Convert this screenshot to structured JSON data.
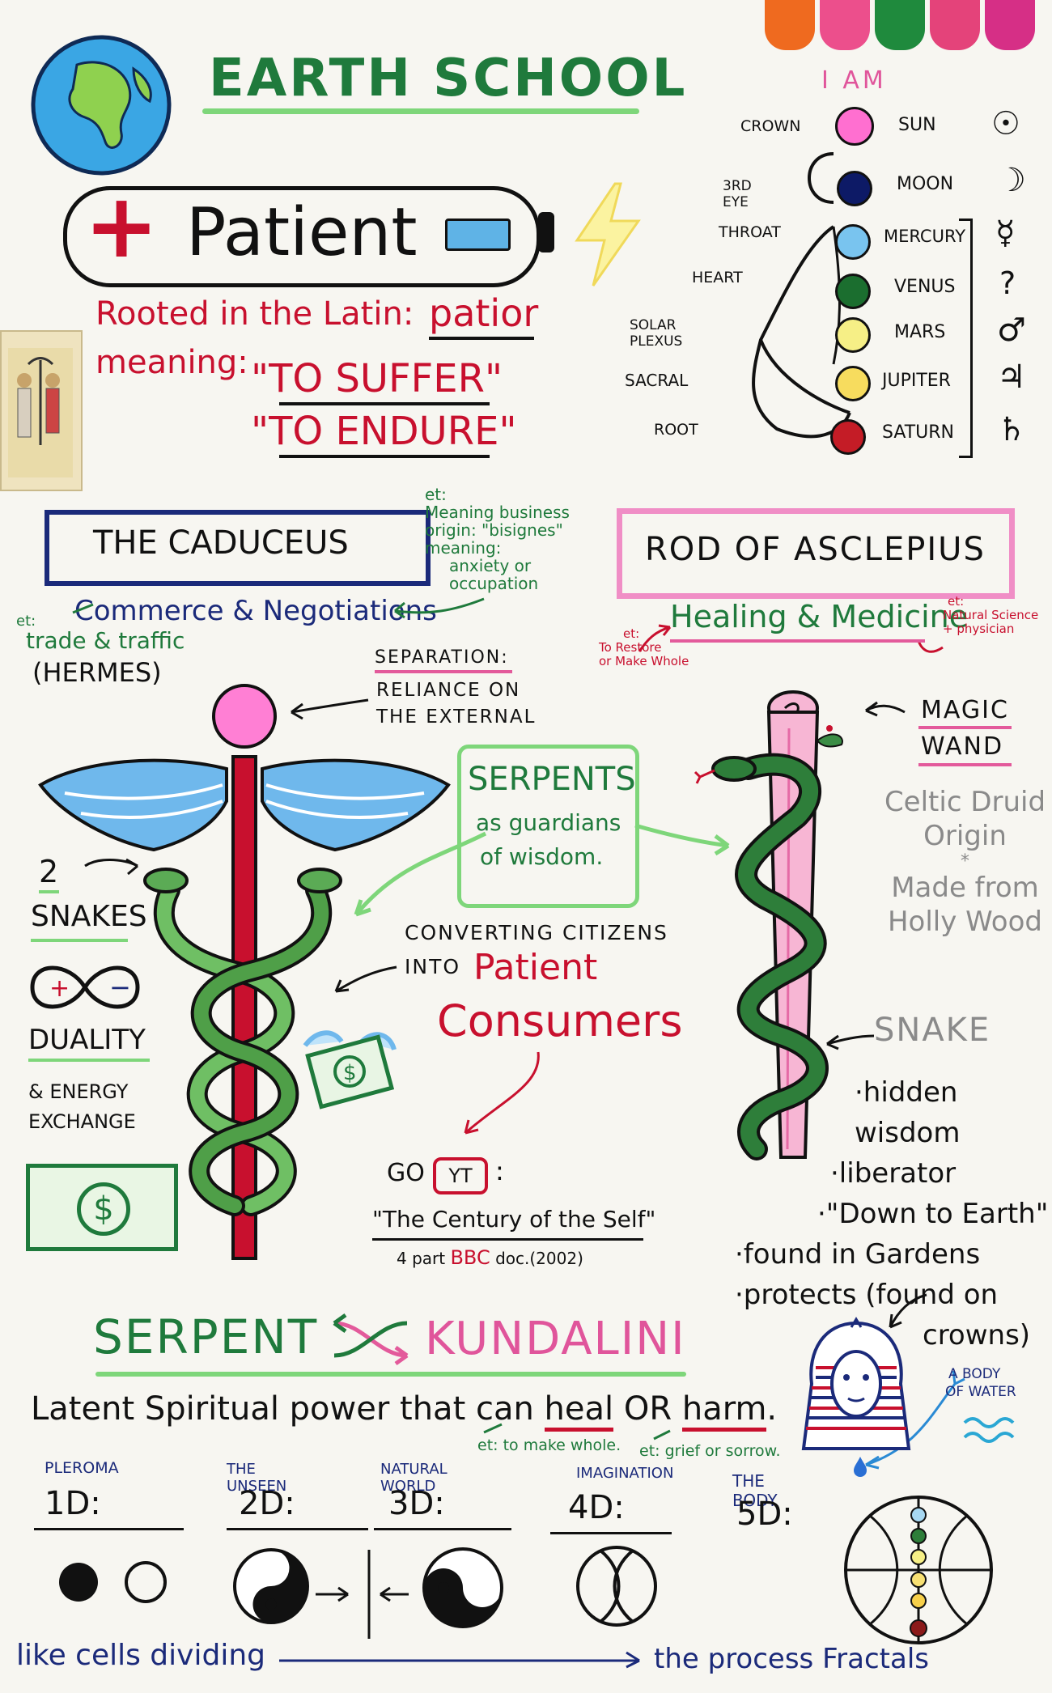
{
  "title": "EARTH SCHOOL",
  "patient": {
    "plus": "+",
    "word": "Patient",
    "minus": "−"
  },
  "latin": {
    "line1": "Rooted in the Latin:",
    "root": "patior",
    "line2": "meaning:",
    "m1": "\"TO SUFFER\"",
    "m2": "\"TO ENDURE\""
  },
  "chakras": {
    "heading": "I AM",
    "rows": [
      {
        "chakra": "CROWN",
        "planet": "SUN",
        "symbol": "☉",
        "color": "#ff6fd0"
      },
      {
        "chakra": "3RD EYE",
        "planet": "MOON",
        "symbol": "☽",
        "color": "#0d1a66"
      },
      {
        "chakra": "THROAT",
        "planet": "MERCURY",
        "symbol": "☿",
        "color": "#79c4ef"
      },
      {
        "chakra": "HEART",
        "planet": "VENUS",
        "symbol": "?",
        "color": "#1b6e2f"
      },
      {
        "chakra": "SOLAR PLEXUS",
        "planet": "MARS",
        "symbol": "♂",
        "color": "#f6ef86"
      },
      {
        "chakra": "SACRAL",
        "planet": "JUPITER",
        "symbol": "♃",
        "color": "#f7dc5e"
      },
      {
        "chakra": "ROOT",
        "planet": "SATURN",
        "symbol": "♄",
        "color": "#c41c26"
      }
    ]
  },
  "caduceus": {
    "title": "THE CADUCEUS",
    "et_note": [
      "et:",
      "Meaning business",
      "origin: \"bisignes\"",
      "meaning:",
      "anxiety or",
      "occupation"
    ],
    "et_label": "et:",
    "commerce": "Commerce & Negotiations",
    "trade": "trade & traffic",
    "hermes": "(HERMES)",
    "separation": "SEPARATION:",
    "reliance1": "RELIANCE ON",
    "reliance2": "THE EXTERNAL",
    "two": "2",
    "snakes": "SNAKES",
    "duality": "DUALITY",
    "energy1": "& ENERGY",
    "energy2": "EXCHANGE",
    "converting1": "CONVERTING CITIZENS",
    "converting2": "INTO",
    "patient_word": "Patient",
    "consumers": "Consumers",
    "yt_prefix": "GO",
    "yt": "YT",
    "yt_colon": ":",
    "doc_title": "\"The Century of the Self\"",
    "doc_sub_a": "4 part",
    "doc_sub_b": "BBC",
    "doc_sub_c": "doc.(2002)"
  },
  "serpents_box": {
    "title": "SERPENTS",
    "line1": "as guardians",
    "line2": "of wisdom."
  },
  "asclepius": {
    "title": "ROD OF ASCLEPIUS",
    "healing": "Healing & Medicine",
    "et_left": [
      "et:",
      "To Restore",
      "or Make Whole"
    ],
    "et_right": [
      "et:",
      "Natural Science",
      "+ physician"
    ],
    "magic1": "MAGIC",
    "magic2": "WAND",
    "celtic": [
      "Celtic Druid",
      "Origin",
      "*",
      "Made from",
      "Holly Wood"
    ],
    "snake": "SNAKE",
    "bullets": [
      "·hidden wisdom",
      "·liberator",
      "·\"Down to Earth\"",
      "·found in Gardens",
      "·protects (found on",
      "crowns)"
    ]
  },
  "kundalini": {
    "serpent": "SERPENT",
    "kundalini": "KUNDALINI",
    "latent_a": "Latent Spiritual power that can ",
    "heal": "heal",
    "or": " OR ",
    "harm": "harm",
    "dot": ".",
    "et_heal": "et: to make whole.",
    "et_harm": "et: grief or sorrow.",
    "body_water1": "A BODY",
    "body_water2": "OF WATER"
  },
  "dimensions": [
    {
      "label": "PLEROMA",
      "d": "1D:"
    },
    {
      "label": "THE UNSEEN",
      "d": "2D:"
    },
    {
      "label": "NATURAL WORLD",
      "d": "3D:"
    },
    {
      "label": "IMAGINATION",
      "d": "4D:"
    },
    {
      "label": "THE BODY",
      "d": "5D:"
    }
  ],
  "bottom": {
    "left": "like cells dividing",
    "right": "the process Fractals"
  },
  "colors": {
    "red": "#c8102e",
    "green": "#1f7a3c",
    "navy": "#1b2a7a",
    "pink": "#e0559b",
    "blue": "#79c4ef"
  }
}
